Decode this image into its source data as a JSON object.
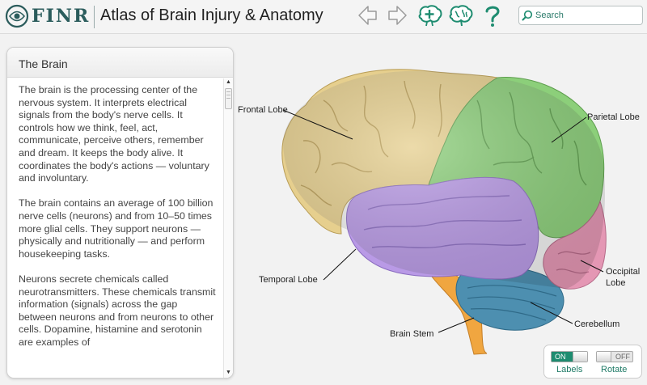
{
  "header": {
    "logo_text": "FINR",
    "app_title": "Atlas of Brain Injury & Anatomy",
    "search_placeholder": "Search",
    "nav_icons": [
      "back-arrow-icon",
      "forward-arrow-icon",
      "add-brain-icon",
      "brain-icon",
      "help-icon"
    ],
    "accent_color": "#1e8c70"
  },
  "panel": {
    "title": "The Brain",
    "paragraphs": [
      "The brain is the processing center of the nervous system. It interprets electrical signals from the body's nerve cells. It controls how we think, feel, act, communicate, perceive others, remember and dream. It keeps the body alive. It coordinates the body's actions — voluntary and involuntary.",
      "The brain contains an average of 100 billion nerve cells (neurons) and from 10–50 times more glial cells. They support neurons — physically and nutritionally — and perform housekeeping tasks.",
      "Neurons secrete chemicals called neurotransmitters. These chemicals transmit information (signals) across the gap between neurons and from neurons to other cells. Dopamine, histamine and serotonin are examples of"
    ]
  },
  "figure": {
    "labels": {
      "frontal": "Frontal Lobe",
      "parietal": "Parietal Lobe",
      "temporal": "Temporal Lobe",
      "occipital": "Occipital\nLobe",
      "cerebellum": "Cerebellum",
      "brainstem": "Brain Stem"
    },
    "colors": {
      "frontal": "#e6cf8e",
      "parietal": "#8ccf7a",
      "temporal": "#b99ae6",
      "occipital": "#e497b4",
      "cerebellum": "#4d8fb0",
      "brainstem": "#f0a640"
    }
  },
  "controls": {
    "labels_toggle": {
      "state": "ON",
      "label": "Labels"
    },
    "rotate_toggle": {
      "state": "OFF",
      "label": "Rotate"
    }
  }
}
